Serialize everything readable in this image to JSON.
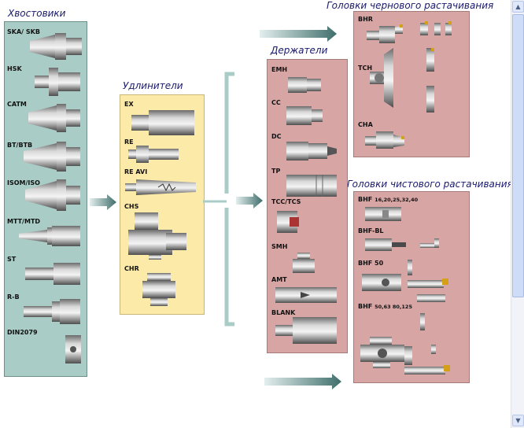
{
  "titles": {
    "shanks": "Хвостовики",
    "extensions": "Удлинители",
    "holders": "Держатели",
    "rough_heads": "Головки чернового растачивания",
    "finish_heads": "Головки чистового растачивания"
  },
  "shanks": [
    "SKA/ SKB",
    "HSK",
    "CATM",
    "BT/BTB",
    "ISOM/ISO",
    "MTT/MTD",
    "ST",
    "R-B",
    "DIN2079"
  ],
  "extensions": [
    "EX",
    "RE",
    "RE AVI",
    "CHS",
    "CHR"
  ],
  "holders": [
    "EMH",
    "CC",
    "DC",
    "TP",
    "TCC/TCS",
    "SMH",
    "AMT",
    "BLANK"
  ],
  "rough_heads": [
    "BHR",
    "TCH",
    "CHA"
  ],
  "finish_heads": [
    {
      "name": "BHF",
      "sizes": "16,20,25,32,40"
    },
    {
      "name": "BHF-BL",
      "sizes": ""
    },
    {
      "name": "BHF 50",
      "sizes": ""
    },
    {
      "name": "BHF",
      "sizes": "50,63 80,125"
    }
  ],
  "colors": {
    "shanks_panel": "#a9ccc6",
    "extensions_panel": "#fbeaa8",
    "holders_panel": "#d8a5a5",
    "title_text": "#1a1a6e",
    "arrow": "#4f7d7a"
  },
  "icons": {
    "scroll_up": "▲",
    "scroll_down": "▼"
  }
}
